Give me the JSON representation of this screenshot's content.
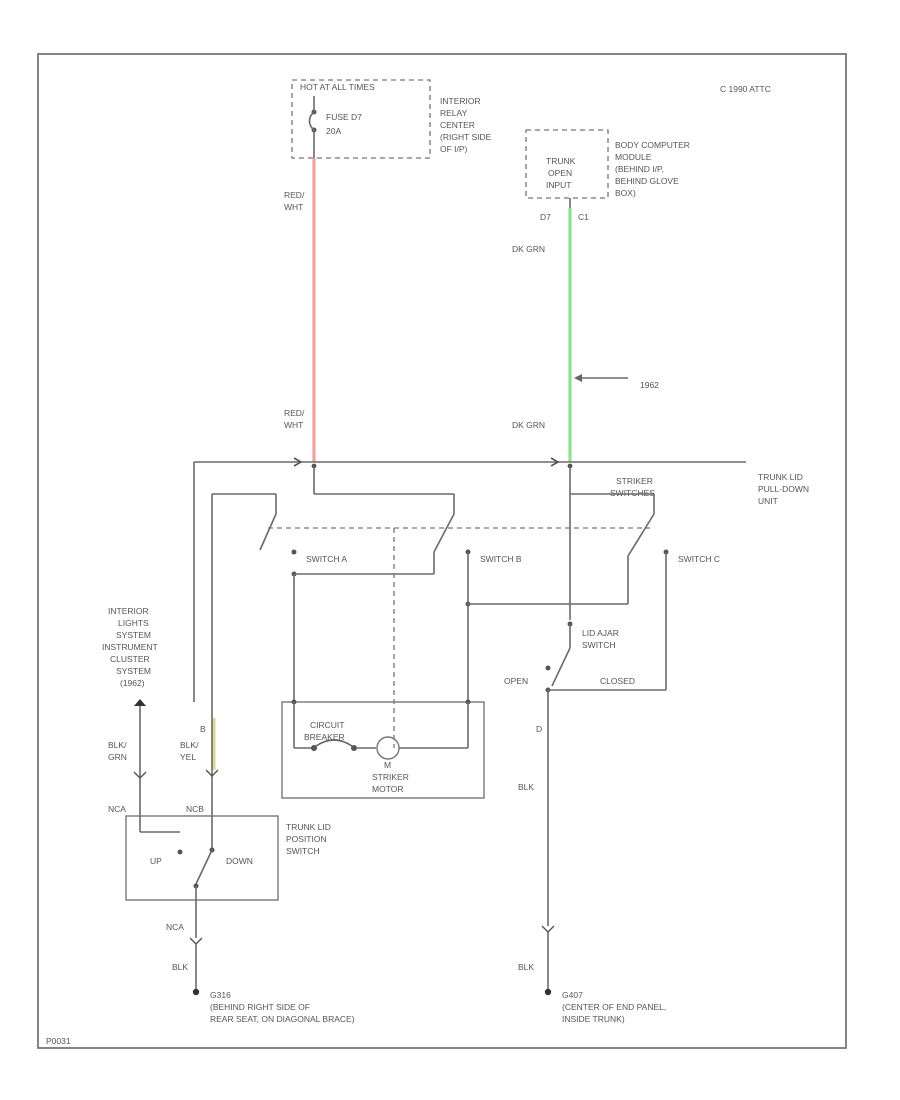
{
  "diagram": {
    "top_right_note": "C 1990 ATTC",
    "hot_label": "HOT AT ALL TIMES",
    "fuse_name": "FUSE D7",
    "fuse_rating": "20A",
    "relay_center": [
      "INTERIOR",
      "RELAY",
      "CENTER",
      "(RIGHT SIDE",
      "OF I/P)"
    ],
    "bcm_inner": [
      "TRUNK",
      "OPEN",
      "INPUT"
    ],
    "bcm_label": [
      "BODY COMPUTER",
      "MODULE",
      "(BEHIND I/P,",
      "BEHIND GLOVE",
      "BOX)"
    ],
    "bcm_pins": [
      "D7",
      "C1"
    ],
    "wire_red_wht": [
      "RED/",
      "WHT"
    ],
    "wire_dk_grn": "DK GRN",
    "callout": "1962",
    "pulldown_unit": [
      "TRUNK LID",
      "PULL-DOWN",
      "UNIT"
    ],
    "striker_switches": [
      "STRIKER",
      "SWITCHES"
    ],
    "switch_a": "SWITCH A",
    "switch_b": "SWITCH B",
    "switch_c": "SWITCH C",
    "ajar_switch": [
      "LID AJAR",
      "SWITCH"
    ],
    "open": "OPEN",
    "closed": "CLOSED",
    "circuit_breaker": [
      "CIRCUIT",
      "BREAKER"
    ],
    "motor_symbol": "M",
    "striker_motor": [
      "STRIKER",
      "MOTOR"
    ],
    "interior_lights": [
      "INTERIOR",
      "LIGHTS",
      "SYSTEM",
      "INSTRUMENT",
      "CLUSTER",
      "SYSTEM",
      "(1962)"
    ],
    "wire_blk_grn": [
      "BLK/",
      "GRN"
    ],
    "wire_blk_yel": [
      "BLK/",
      "YEL"
    ],
    "pin_b": "B",
    "pin_d": "D",
    "conn_nca": "NCA",
    "conn_ncb": "NCB",
    "conn_nca_lower": "NCA",
    "position_switch": [
      "TRUNK LID",
      "POSITION",
      "SWITCH"
    ],
    "up": "UP",
    "down": "DOWN",
    "blk": "BLK",
    "ground_left": [
      "G316",
      "(BEHIND RIGHT SIDE OF",
      "REAR SEAT, ON DIAGONAL BRACE)"
    ],
    "ground_right": [
      "G407",
      "(CENTER OF END PANEL,",
      "INSIDE TRUNK)"
    ],
    "footer_code": "P0031",
    "colors": {
      "red_wire": "#f0a0a0",
      "green_wire": "#8ee08e",
      "yellow_wire": "#d8d890"
    }
  }
}
